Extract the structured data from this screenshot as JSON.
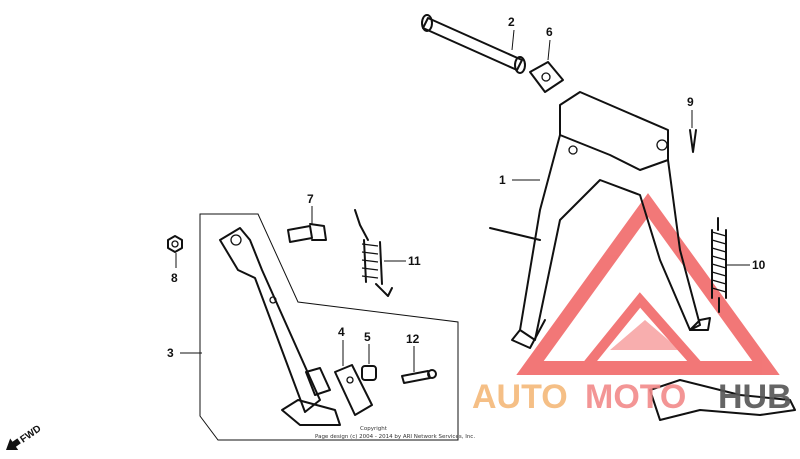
{
  "callouts": [
    "1",
    "2",
    "3",
    "4",
    "5",
    "6",
    "7",
    "8",
    "9",
    "10",
    "11",
    "12"
  ],
  "copyright": {
    "line1": "Copyright",
    "line2": "Page design (c) 2004 - 2014 by ARI Network Services, Inc."
  },
  "fwd_label": "FWD",
  "watermark": {
    "part1": "AUTO",
    "part2": "MOTO",
    "part3": "HUB",
    "colors": {
      "auto": "#f5b97a",
      "moto": "#f28a8a",
      "hub": "#555555",
      "triangle": "#f06060"
    }
  }
}
